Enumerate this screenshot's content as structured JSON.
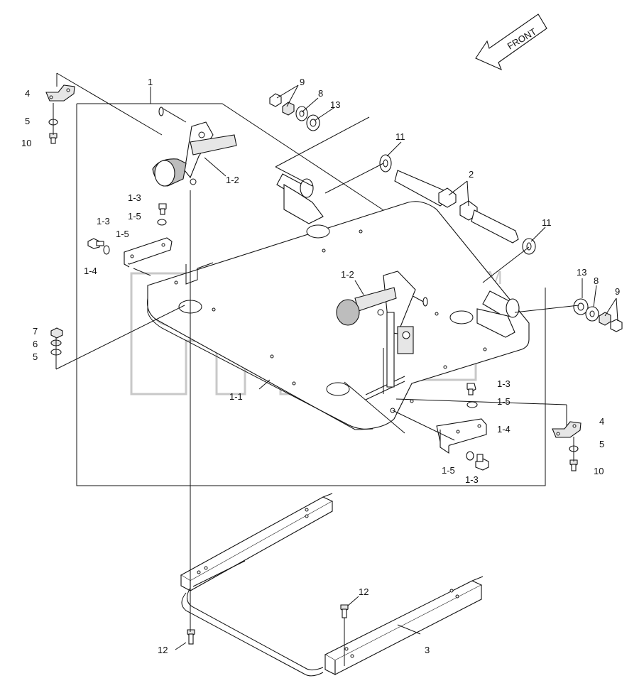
{
  "direction_arrow": {
    "text": "FRONT"
  },
  "watermark": {
    "text": "TM"
  },
  "labels": {
    "l1": "1",
    "l1_1": "1-1",
    "l1_2a": "1-2",
    "l1_2b": "1-2",
    "l1_3a": "1-3",
    "l1_3b": "1-3",
    "l1_3c": "1-3",
    "l1_3d": "1-3",
    "l1_4a": "1-4",
    "l1_4b": "1-4",
    "l1_5a": "1-5",
    "l1_5b": "1-5",
    "l1_5c": "1-5",
    "l1_5d": "1-5",
    "l2": "2",
    "l3": "3",
    "l4a": "4",
    "l4b": "4",
    "l5a": "5",
    "l5b": "5",
    "l5c": "5",
    "l6": "6",
    "l7": "7",
    "l8a": "8",
    "l8b": "8",
    "l9a": "9",
    "l9b": "9",
    "l10a": "10",
    "l10b": "10",
    "l11a": "11",
    "l11b": "11",
    "l12a": "12",
    "l12b": "12",
    "l13a": "13",
    "l13b": "13"
  }
}
